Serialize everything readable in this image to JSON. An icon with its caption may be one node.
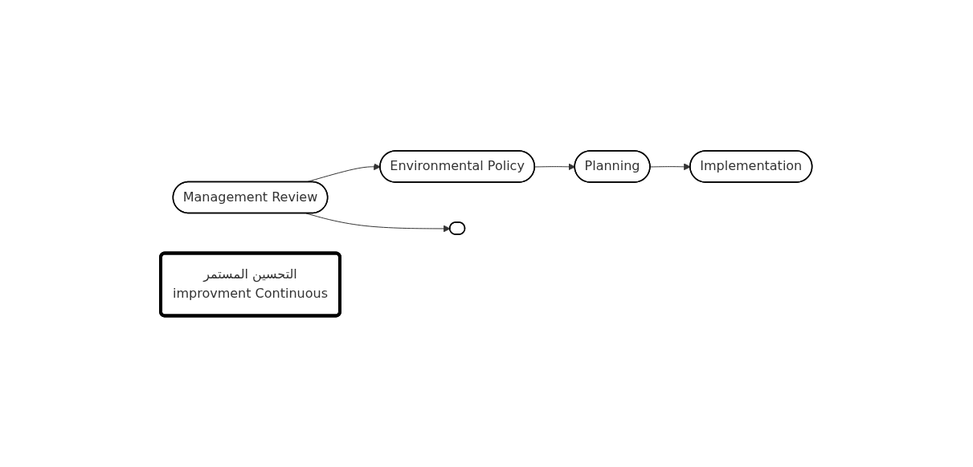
{
  "diagram": {
    "nodes": [
      {
        "text": [
          "Environmental Policy"
        ]
      },
      {
        "text": [
          "Management Review"
        ]
      },
      {
        "text": [
          "Planning"
        ]
      },
      {
        "text": [
          "التحسين المستمر",
          "improvment Continuous"
        ]
      },
      {
        "text": [],
        "shape": "circle"
      },
      {
        "text": [
          "Implementation"
        ]
      }
    ],
    "edges": [
      {
        "from": 1,
        "to": 0,
        "arrow": "to"
      },
      {
        "from": 0,
        "to": 2,
        "arrow": "to"
      },
      {
        "from": 2,
        "to": 5,
        "arrow": "to"
      },
      {
        "from": 1,
        "to": 4,
        "arrow": "to"
      }
    ]
  }
}
